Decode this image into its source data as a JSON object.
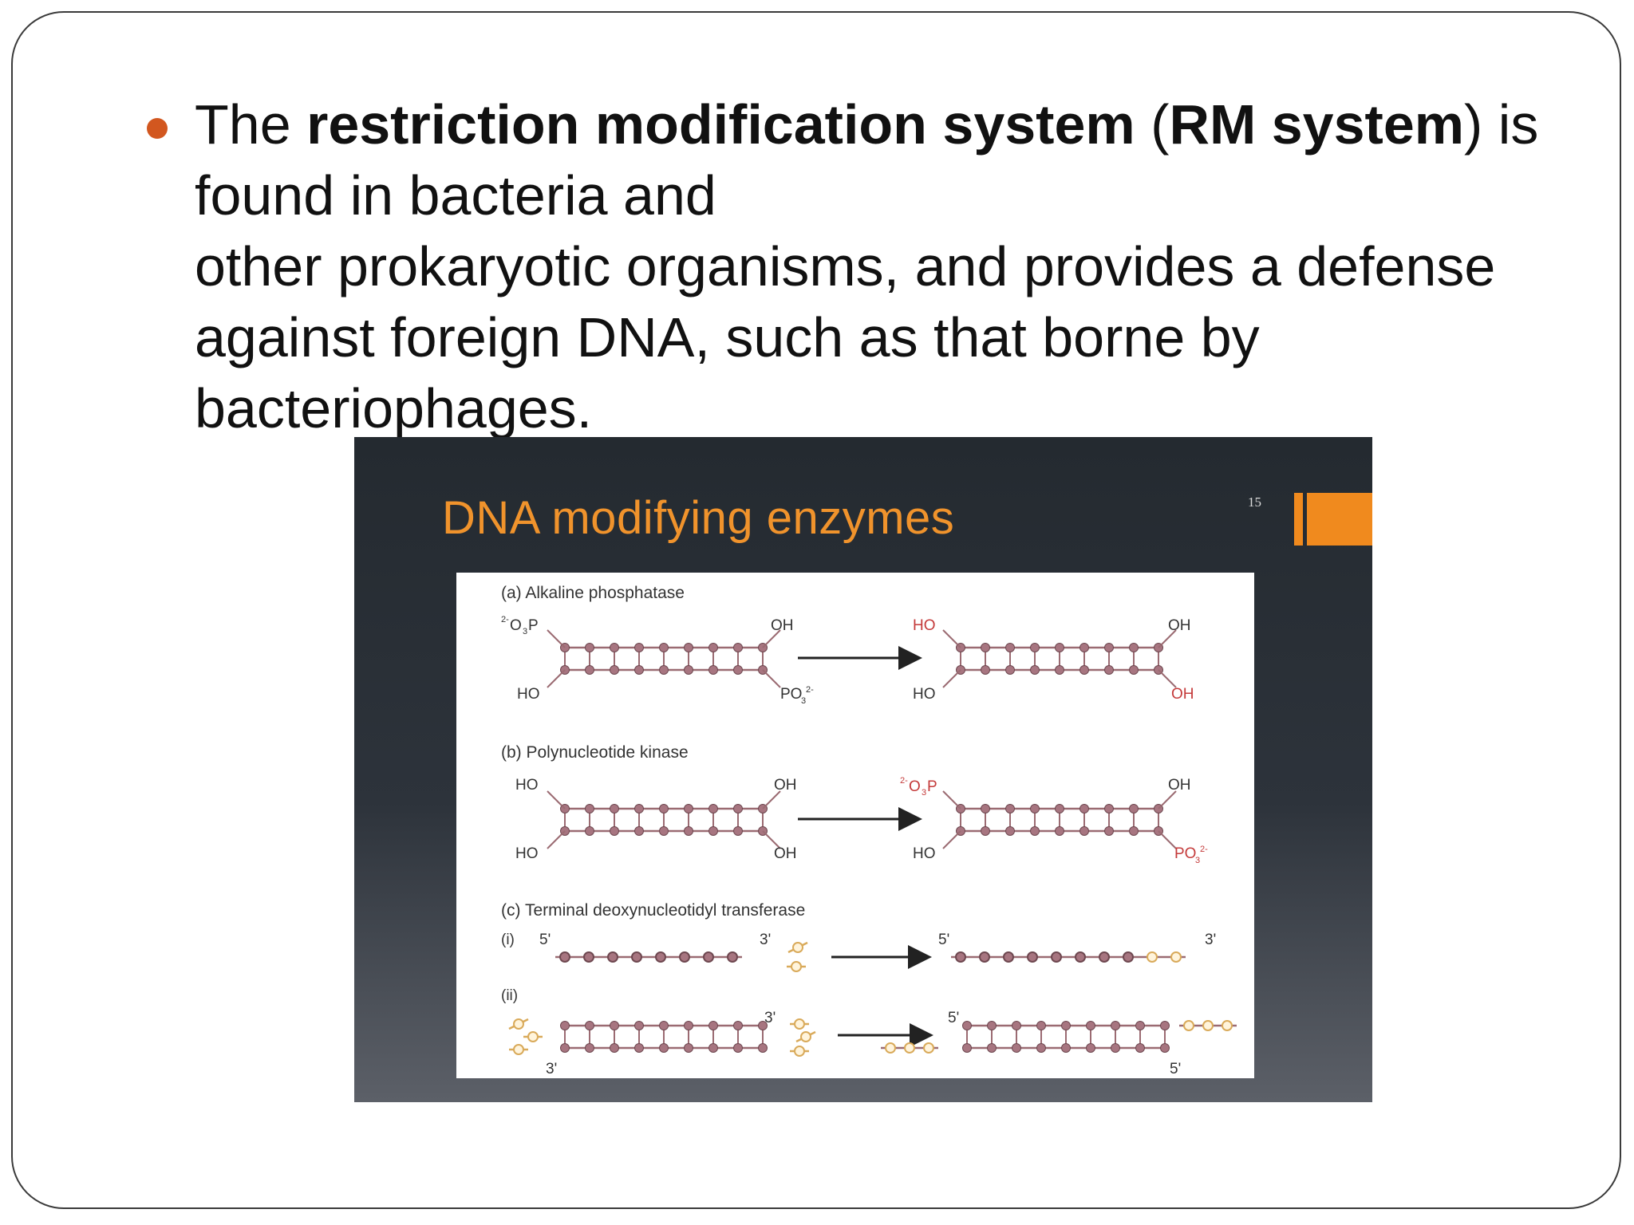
{
  "bullet": {
    "p1": "The ",
    "b1": "restriction modification system",
    "p2": " (",
    "b2": "RM system",
    "p3": ") is found in bacteria and",
    "p4": "other prokaryotic organisms, and provides a defense against foreign DNA, such as that borne by bacteriophages."
  },
  "figure": {
    "title": "DNA modifying enzymes",
    "page_number": "15",
    "panel_a": {
      "heading": "(a) Alkaline phosphatase",
      "left": {
        "top_left": "O",
        "top_left_pre": "2-",
        "top_left_mid": "3",
        "top_left_end": "P",
        "top_right": "OH",
        "bottom_left": "HO",
        "bottom_right": "PO",
        "bottom_right_sub": "3",
        "bottom_right_sup": "2-"
      },
      "right": {
        "top_left": "HO",
        "top_right": "OH",
        "bottom_left": "HO",
        "bottom_right": "OH"
      }
    },
    "panel_b": {
      "heading": "(b) Polynucleotide kinase",
      "left": {
        "top_left": "HO",
        "top_right": "OH",
        "bottom_left": "HO",
        "bottom_right": "OH"
      },
      "right": {
        "top_left": "O",
        "top_left_pre": "2-",
        "top_left_mid": "3",
        "top_left_end": "P",
        "top_right": "OH",
        "bottom_left": "HO",
        "bottom_right": "PO",
        "bottom_right_sub": "3",
        "bottom_right_sup": "2-"
      }
    },
    "panel_c": {
      "heading": "(c) Terminal deoxynucleotidyl transferase",
      "i_label": "(i)",
      "ii_label": "(ii)",
      "five_prime": "5'",
      "three_prime": "3'"
    }
  },
  "colors": {
    "bullet": "#d2571f",
    "title": "#f0932c",
    "strand": "#9b6b72",
    "nucleotide": "#a77580",
    "added_nucleotide": "#d9aa5a",
    "modified_label": "#c43a3a"
  }
}
